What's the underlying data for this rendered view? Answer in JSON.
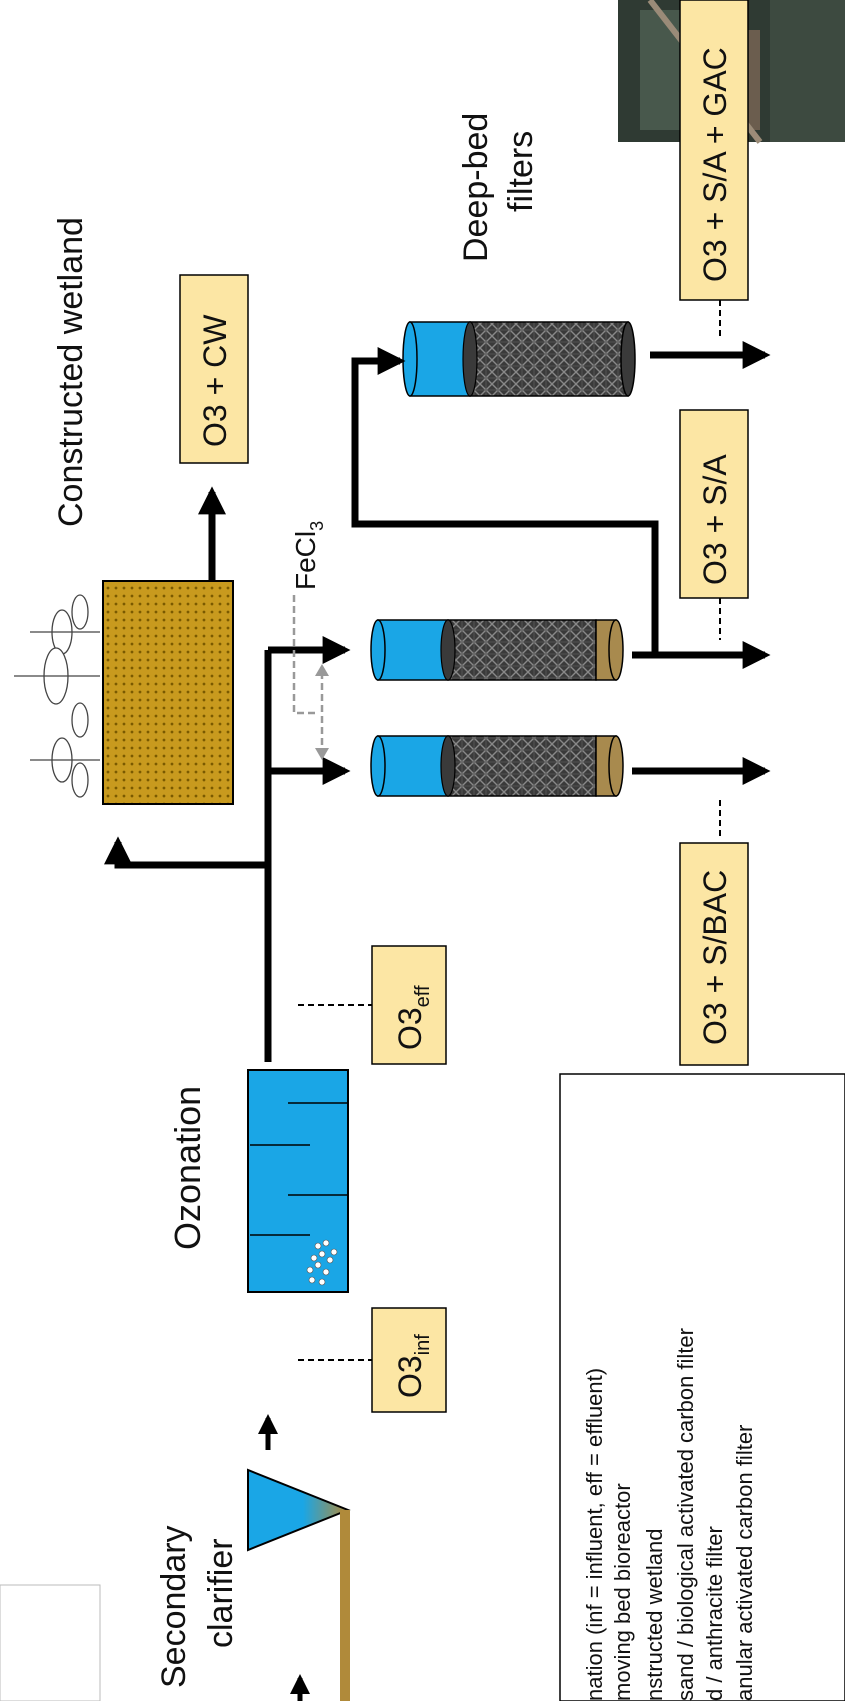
{
  "labels": {
    "secondary_clarifier_1": "Secondary",
    "secondary_clarifier_2": "clarifier",
    "ozonation": "Ozonation",
    "constructed_wetland": "Constructed wetland",
    "deep_bed_1": "Deep-bed",
    "deep_bed_2": "filters",
    "fecl3_main": "FeCl",
    "fecl3_sub": "3"
  },
  "sampling_points": {
    "o3_inf_main": "O3",
    "o3_inf_sub": "inf",
    "o3_eff_main": "O3",
    "o3_eff_sub": "eff",
    "o3_cw": "O3 + CW",
    "o3_s_bac": "O3 + S/BAC",
    "o3_s_a": "O3 + S/A",
    "o3_s_a_gac": "O3 + S/A + GAC"
  },
  "legend": [
    "nation (inf = influent, eff = effluent)",
    "moving bed bioreactor",
    "nstructed wetland",
    "sand / biological activated carbon filter",
    "d / anthracite filter",
    "anular activated carbon filter"
  ],
  "colors": {
    "water": "#1aa6e6",
    "sand": "#a88a4e",
    "wetland": "#c89a1e",
    "label_box": "#fce6a4",
    "line": "#000000",
    "dosing": "#999999"
  }
}
